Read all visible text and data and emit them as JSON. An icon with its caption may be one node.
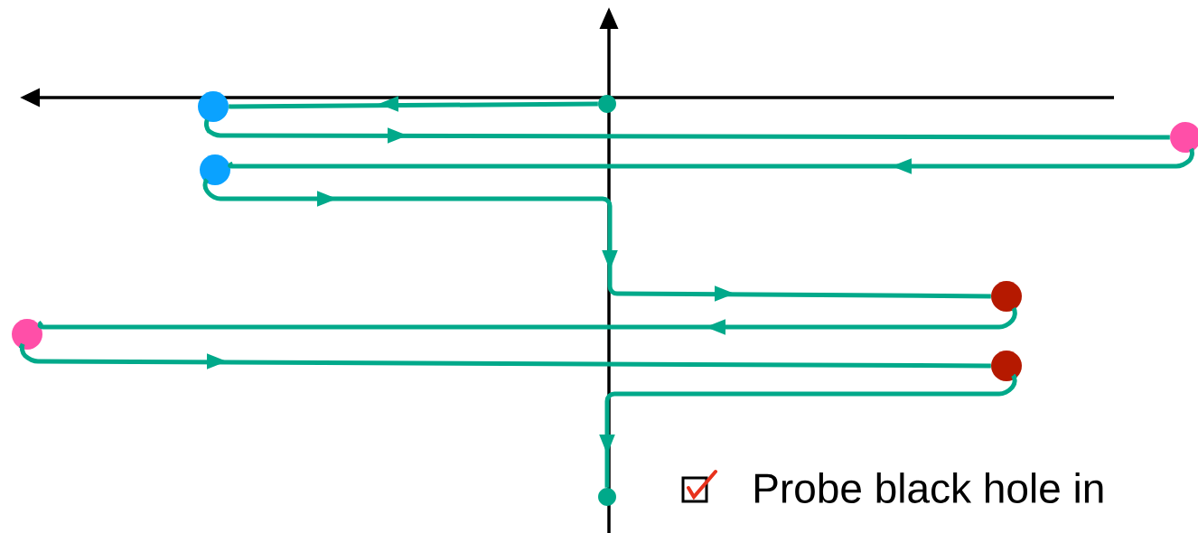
{
  "diagram": {
    "nodes": [
      {
        "text": [],
        "shape": "circle"
      },
      {
        "text": [],
        "shape": "circle"
      },
      {
        "text": [],
        "shape": "circle"
      },
      {
        "text": [],
        "shape": "circle"
      },
      {
        "text": [],
        "shape": "circle"
      },
      {
        "text": [],
        "shape": "circle"
      },
      {
        "text": [],
        "shape": "circle"
      },
      {
        "text": [],
        "shape": "circle"
      }
    ],
    "edges": [
      {
        "from": 0,
        "to": 1,
        "arrow": "to"
      },
      {
        "from": 1,
        "to": 2,
        "arrow": "to"
      },
      {
        "from": 2,
        "to": 3,
        "arrow": "to"
      },
      {
        "from": 3,
        "to": 4,
        "arrow": "to"
      },
      {
        "from": 4,
        "to": 5,
        "arrow": "to"
      },
      {
        "from": 5,
        "to": 6,
        "arrow": "to"
      },
      {
        "from": 6,
        "to": 7,
        "arrow": "to"
      }
    ],
    "labels": [
      "Probe black hole in"
    ]
  }
}
